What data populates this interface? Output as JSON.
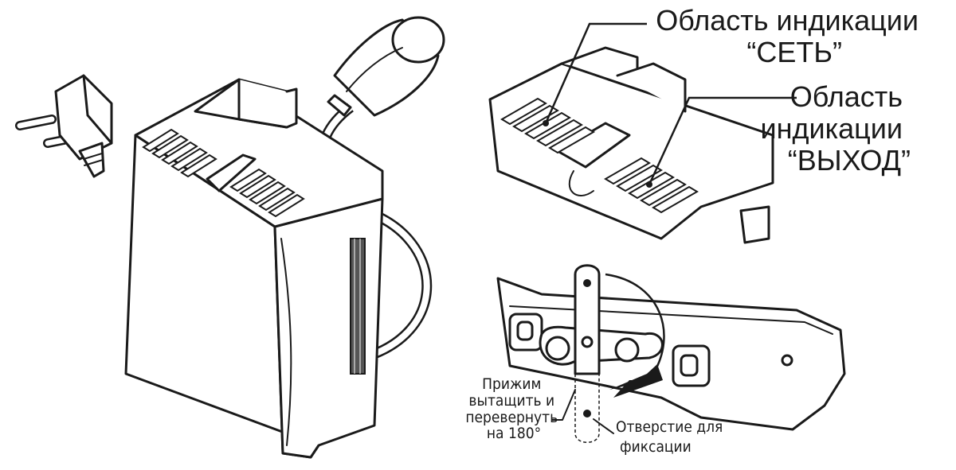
{
  "labels": {
    "network_area": {
      "line1": "Область индикации",
      "line2": "“СЕТЬ”"
    },
    "output_area": {
      "line1": "Область",
      "line2": "индикации",
      "line3": "“ВЫХОД”"
    },
    "clamp_note": {
      "line1": "Прижим",
      "line2": "вытащить и",
      "line3": "перевернуть",
      "line4": "на 180°"
    },
    "hole_note": {
      "line1": "Отверстие для",
      "line2": "фиксации"
    }
  },
  "icons": [
    "power-plug-icon",
    "socket-connector-icon",
    "stabilizer-device-icon",
    "mounting-bracket-icon",
    "rotation-arrow-icon"
  ],
  "colors": {
    "line": "#1a1a1a",
    "background": "#ffffff"
  }
}
